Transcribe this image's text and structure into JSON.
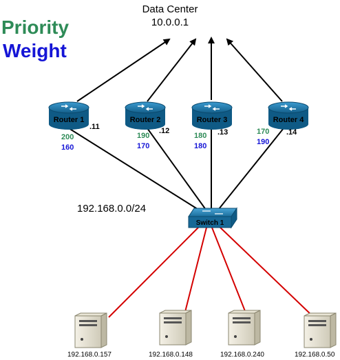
{
  "data_center": {
    "title": "Data Center",
    "ip": "10.0.0.1"
  },
  "legend": {
    "priority": "Priority",
    "weight": "Weight",
    "priority_color": "#2e8b57",
    "weight_color": "#1515d6"
  },
  "subnet": "192.168.0.0/24",
  "switch": {
    "label": "Switch 1"
  },
  "routers": [
    {
      "label": "Router 1",
      "iface": ".11",
      "priority": "200",
      "weight": "160"
    },
    {
      "label": "Router 2",
      "iface": ".12",
      "priority": "190",
      "weight": "170"
    },
    {
      "label": "Router 3",
      "iface": ".13",
      "priority": "180",
      "weight": "180"
    },
    {
      "label": "Router 4",
      "iface": ".14",
      "priority": "170",
      "weight": "190"
    }
  ],
  "hosts": [
    {
      "ip": "192.168.0.157"
    },
    {
      "ip": "192.168.0.148"
    },
    {
      "ip": "192.168.0.240"
    },
    {
      "ip": "192.168.0.50"
    }
  ],
  "colors": {
    "router_fill": "#1f7fb0",
    "host_links": "#d40000",
    "links": "#000000"
  }
}
